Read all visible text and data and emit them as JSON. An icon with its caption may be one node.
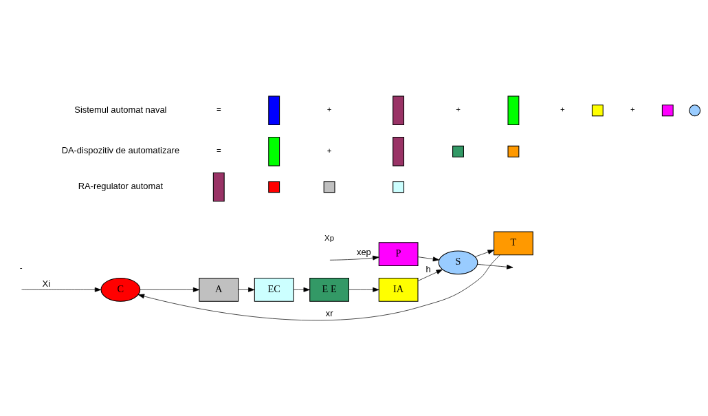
{
  "diagram": {
    "nodes": [
      {
        "text": [
          "C"
        ]
      },
      {
        "text": [
          "A"
        ]
      },
      {
        "text": [
          "EC"
        ]
      },
      {
        "text": [
          "E E"
        ]
      },
      {
        "text": [
          "IA"
        ]
      },
      {
        "text": [
          "P"
        ]
      },
      {
        "text": [
          "S"
        ]
      },
      {
        "text": [
          "T"
        ]
      },
      {
        "text": [],
        "shape": "bar"
      },
      {
        "text": [],
        "shape": "box"
      },
      {
        "text": [],
        "shape": "box"
      },
      {
        "text": [],
        "shape": "box"
      },
      {
        "text": [],
        "shape": "bar"
      },
      {
        "text": [],
        "shape": "bar"
      },
      {
        "text": [],
        "shape": "box"
      },
      {
        "text": [],
        "shape": "box"
      },
      {
        "text": [],
        "shape": "bar"
      },
      {
        "text": [],
        "shape": "bar"
      },
      {
        "text": [],
        "shape": "bar"
      },
      {
        "text": [],
        "shape": "box"
      },
      {
        "text": [],
        "shape": "box"
      },
      {
        "text": [],
        "shape": "circle"
      }
    ],
    "edges": [
      {
        "from": null,
        "to": 0,
        "arrow": "to",
        "label": "Xi"
      },
      {
        "from": 0,
        "to": 1,
        "arrow": "to"
      },
      {
        "from": 1,
        "to": 2,
        "arrow": "to"
      },
      {
        "from": 2,
        "to": 3,
        "arrow": "to"
      },
      {
        "from": 3,
        "to": 4,
        "arrow": "to"
      },
      {
        "from": null,
        "to": 5,
        "arrow": "to",
        "label": "xep"
      },
      {
        "from": 5,
        "to": 6,
        "arrow": "to"
      },
      {
        "from": 4,
        "to": 6,
        "arrow": "to",
        "label": "h"
      },
      {
        "from": 6,
        "to": null,
        "arrow": "to"
      },
      {
        "from": 6,
        "to": 7,
        "arrow": "to"
      },
      {
        "from": 7,
        "to": 0,
        "arrow": "to",
        "label": "xr"
      }
    ],
    "labels": [
      "Xp",
      "-",
      "RA-regulator automat",
      "DA-dispozitiv de automatizare",
      "=",
      "+",
      "Sistemul automat naval",
      "=",
      "+",
      "+",
      "+",
      "+"
    ]
  }
}
